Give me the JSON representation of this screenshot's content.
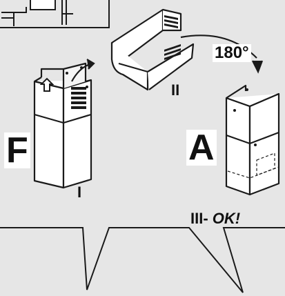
{
  "labels": {
    "f": "F",
    "a": "A",
    "step1": "I",
    "step2": "II",
    "step3_prefix": "III-",
    "step3_ok": "OK!",
    "rotation": "180°"
  },
  "colors": {
    "background": "#e6e6e6",
    "line": "#1a1a1a",
    "panel": "#ffffff",
    "grille": "#1a1a1a"
  },
  "icons": [
    "kitchen-scene-icon",
    "chimney-duct-icon",
    "open-duct-icon",
    "arrow-icon",
    "upward-arrow-icon",
    "grille-icon"
  ]
}
